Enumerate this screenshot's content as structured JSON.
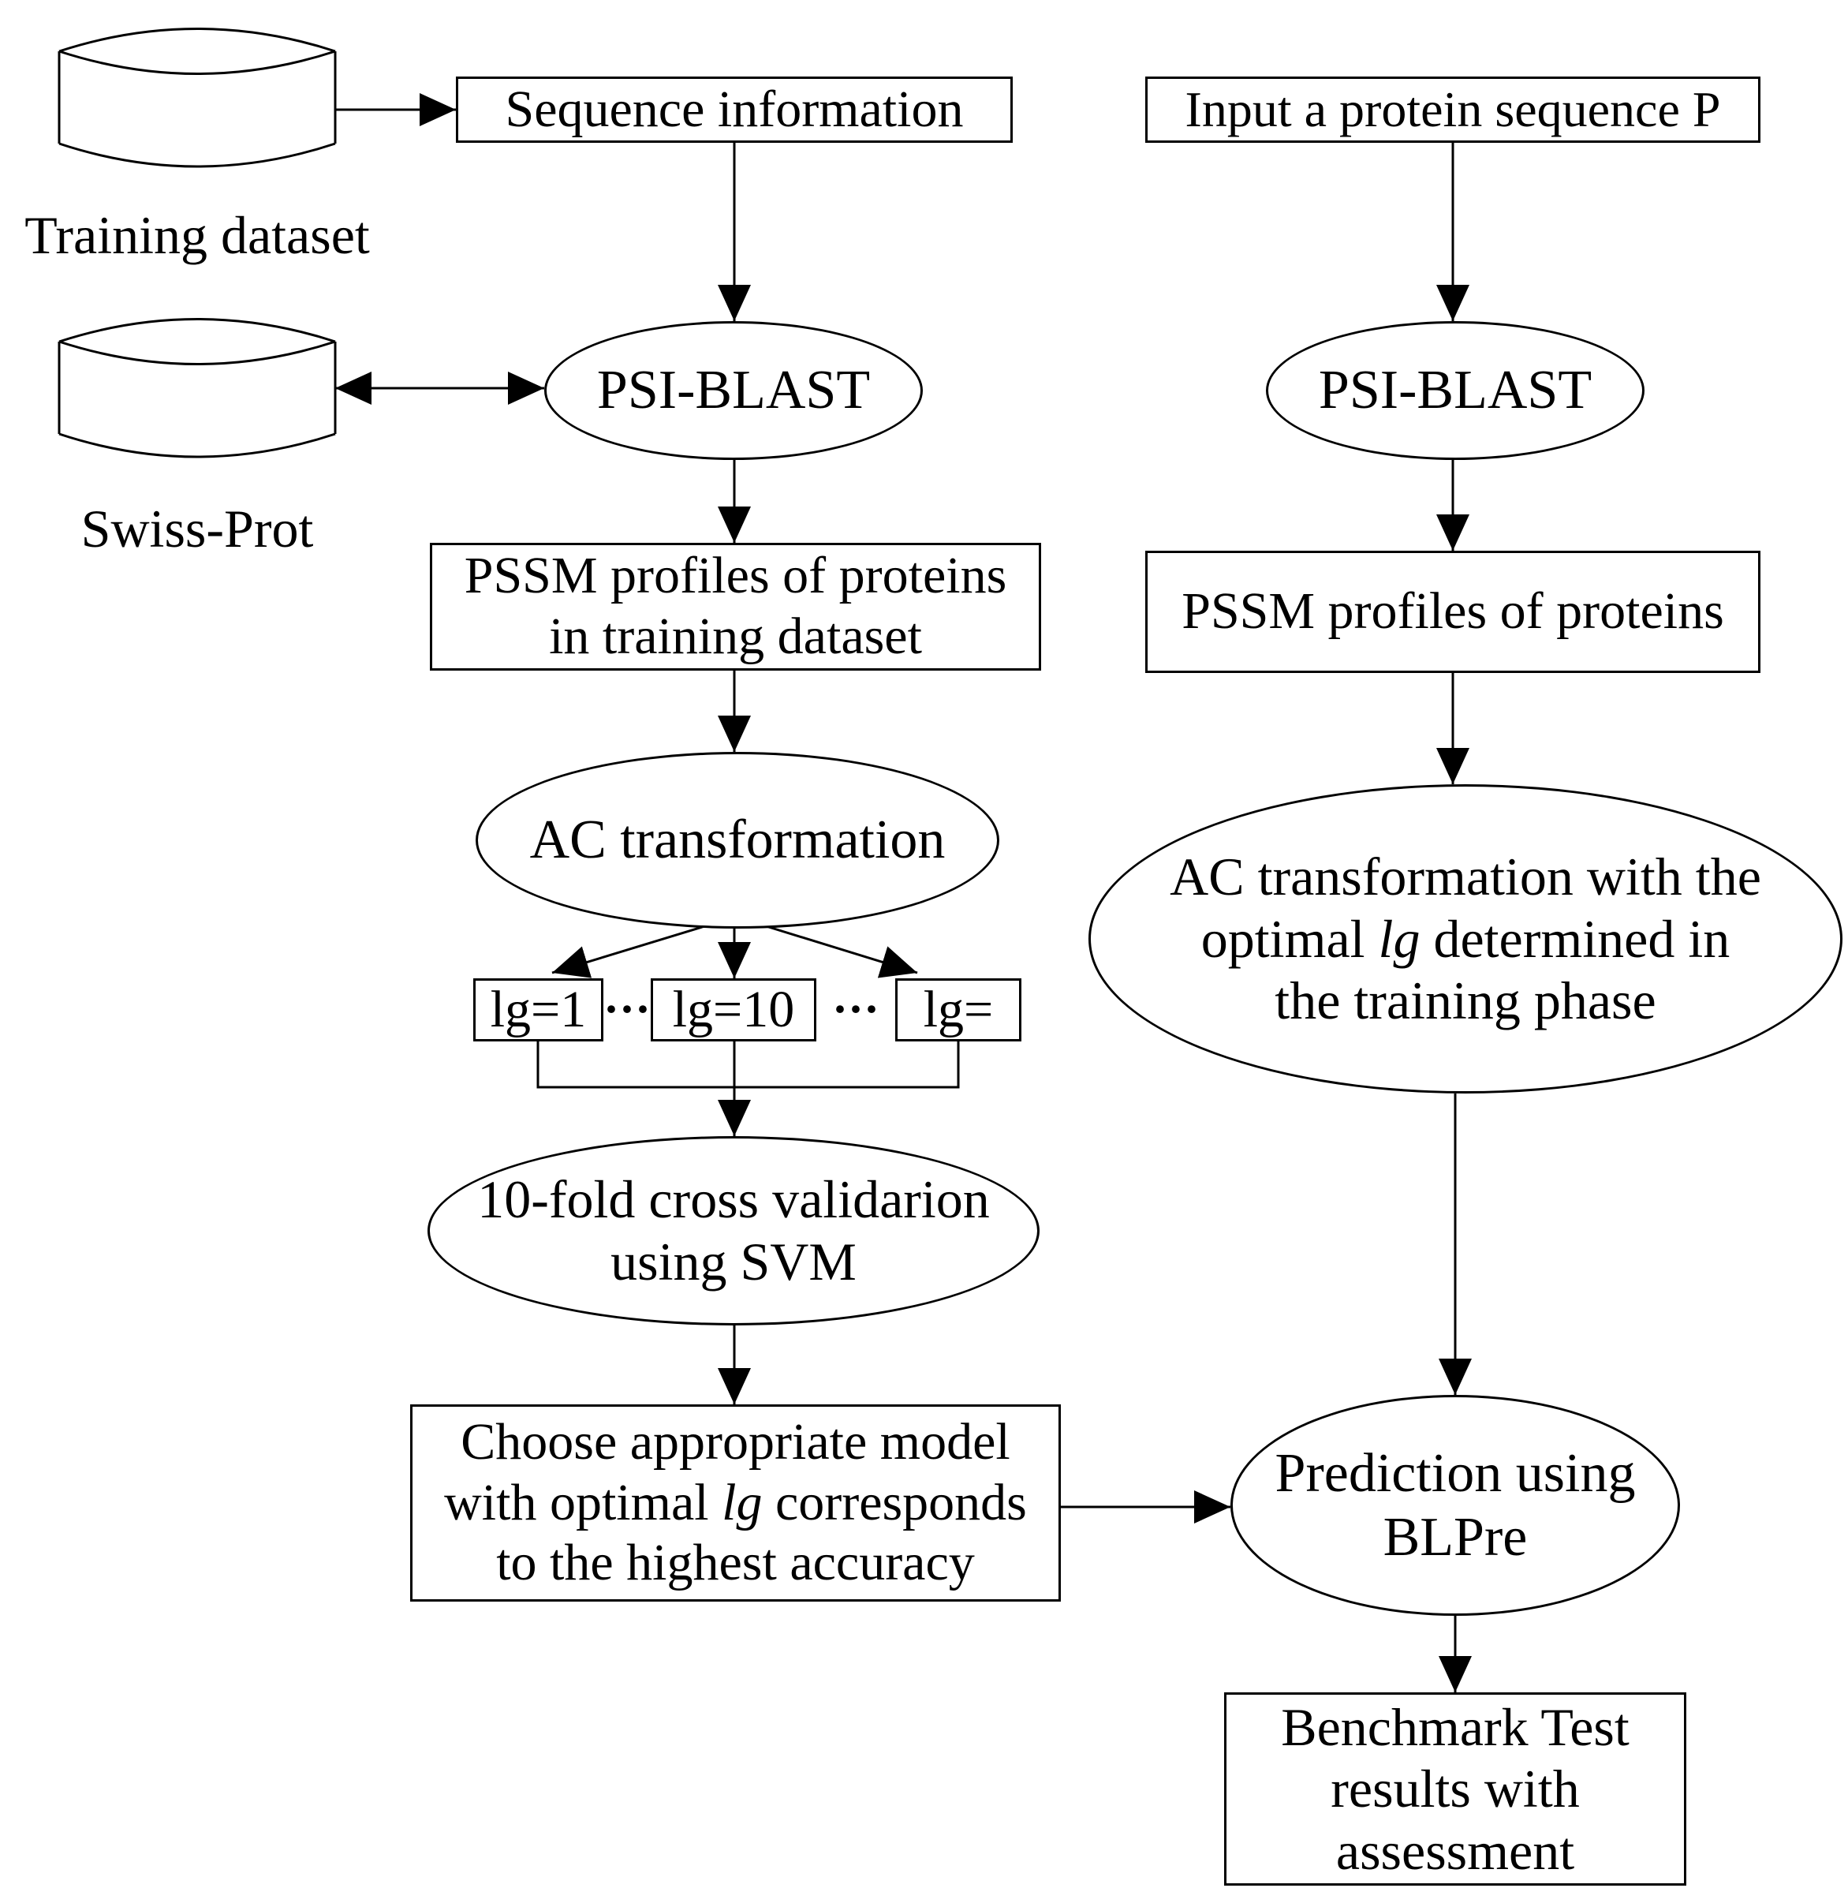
{
  "colors": {
    "ink": "#000000",
    "background": "#ffffff"
  },
  "diagram": {
    "training_phase": {
      "training_db_label": "Training dataset",
      "swissprot_db_label": "Swiss-Prot",
      "sequence_info": "Sequence information",
      "psi_blast": "PSI-BLAST",
      "pssm_line1": "PSSM profiles of proteins",
      "pssm_line2": "in training dataset",
      "ac_transformation": "AC transformation",
      "lg_boxes": {
        "lg1": "lg=1",
        "lg10": "lg=10",
        "lgn": "lg="
      },
      "dots": "···",
      "cv_line1": "10-fold cross validarion",
      "cv_line2": "using SVM",
      "choose_line1": "Choose appropriate model",
      "choose_line2_pre": "with optimal ",
      "choose_line2_em": "lg",
      "choose_line2_post": " corresponds",
      "choose_line3": "to the highest accuracy"
    },
    "prediction_phase": {
      "input_box": "Input a protein sequence P",
      "psi_blast": "PSI-BLAST",
      "pssm_box": "PSSM profiles of proteins",
      "ac_line1": "AC transformation with the",
      "ac_line2_pre": "optimal ",
      "ac_line2_em": "lg",
      "ac_line2_post": " determined in",
      "ac_line3": "the training phase",
      "prediction_line1": "Prediction using",
      "prediction_line2": "BLPre",
      "benchmark_line1": "Benchmark Test",
      "benchmark_line2": "results with",
      "benchmark_line3": "assessment"
    }
  }
}
